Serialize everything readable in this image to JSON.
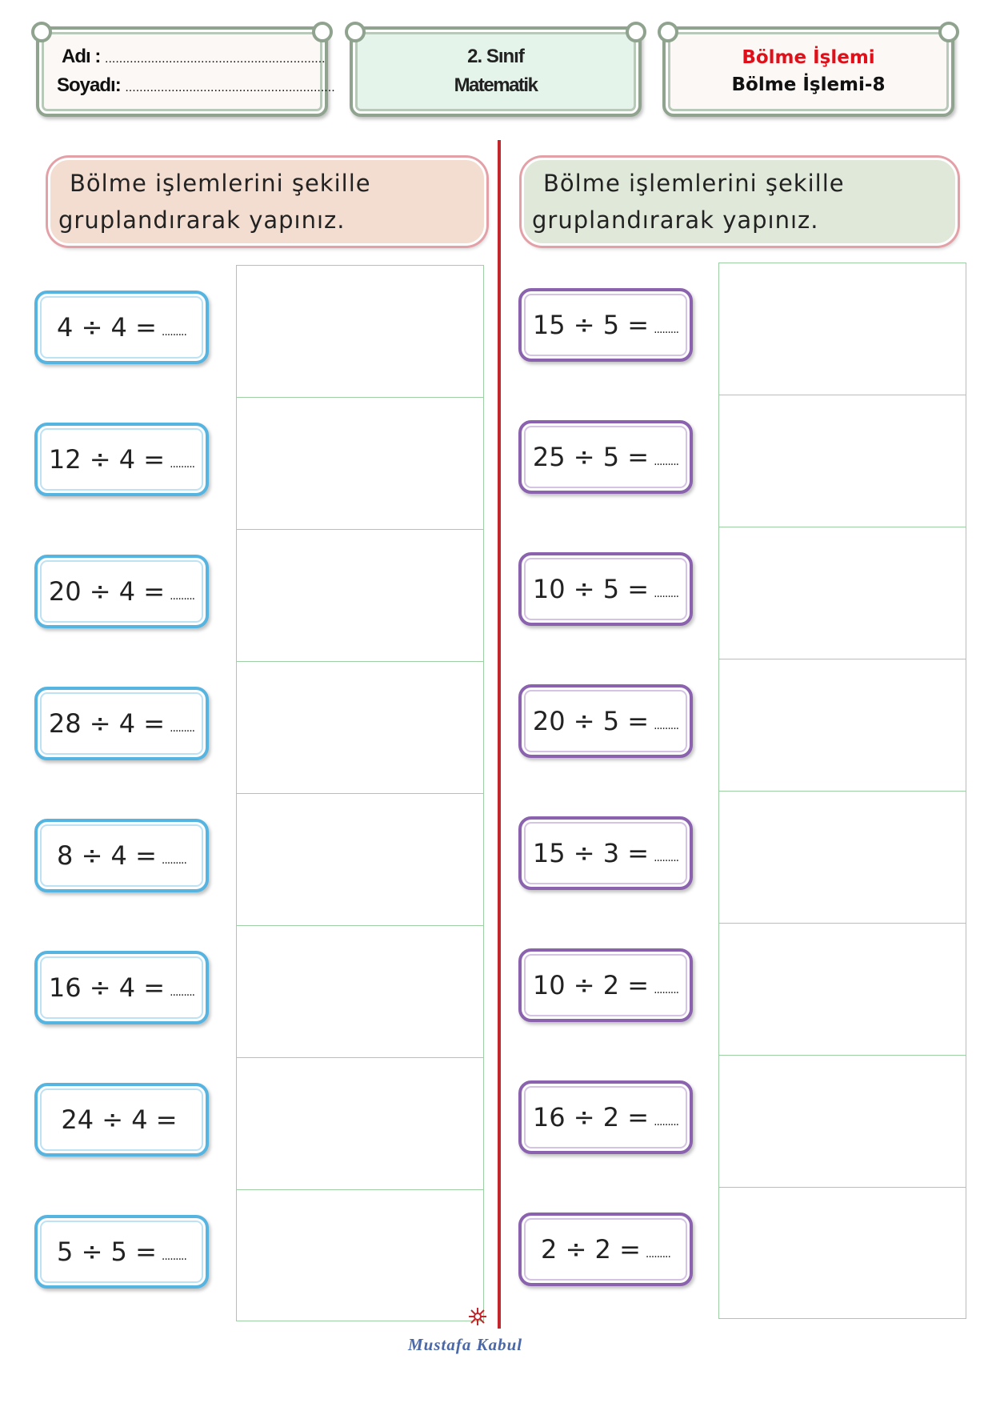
{
  "header": {
    "name_label": "Adı :",
    "name_dots": "..............................................................",
    "surname_label": "Soyadı:",
    "surname_dots": "...........................................................",
    "grade": "2. Sınıf",
    "subject": "Matematik",
    "topic_title": "Bölme İşlemi",
    "topic_subtitle": "Bölme İşlemi-8",
    "topic_title_color": "#e0101a"
  },
  "instructions": {
    "left": {
      "line1": "Bölme işlemlerini şekille",
      "line2": "gruplandırarak yapınız."
    },
    "right": {
      "line1": "Bölme işlemlerini şekille",
      "line2": "gruplandırarak yapınız."
    }
  },
  "problems": {
    "left": [
      {
        "expr": "4 ÷ 4 =",
        "blank": "........."
      },
      {
        "expr": "12 ÷ 4 =",
        "blank": "........."
      },
      {
        "expr": "20 ÷ 4 =",
        "blank": "........."
      },
      {
        "expr": "28 ÷ 4 =",
        "blank": "........."
      },
      {
        "expr": "8 ÷ 4 =",
        "blank": "........."
      },
      {
        "expr": "16 ÷ 4 =",
        "blank": "........."
      },
      {
        "expr": "24 ÷ 4 =",
        "blank": ""
      },
      {
        "expr": "5 ÷ 5 =",
        "blank": "........."
      }
    ],
    "right": [
      {
        "expr": "15 ÷ 5 =",
        "blank": "........."
      },
      {
        "expr": "25 ÷ 5 =",
        "blank": "........."
      },
      {
        "expr": "10 ÷ 5 =",
        "blank": "........."
      },
      {
        "expr": "20 ÷ 5 =",
        "blank": "........."
      },
      {
        "expr": "15 ÷ 3 =",
        "blank": "........."
      },
      {
        "expr": "10 ÷ 2 =",
        "blank": "........."
      },
      {
        "expr": "16 ÷ 2 =",
        "blank": "........."
      },
      {
        "expr": "2 ÷ 2 =",
        "blank": "........."
      }
    ]
  },
  "colors": {
    "left_card_border": "#56b4e0",
    "right_card_border": "#8a62ae",
    "divider": "#c2272d",
    "grid_line": "#9fcfa5"
  },
  "footer": {
    "author": "Mustafa Kabul"
  }
}
